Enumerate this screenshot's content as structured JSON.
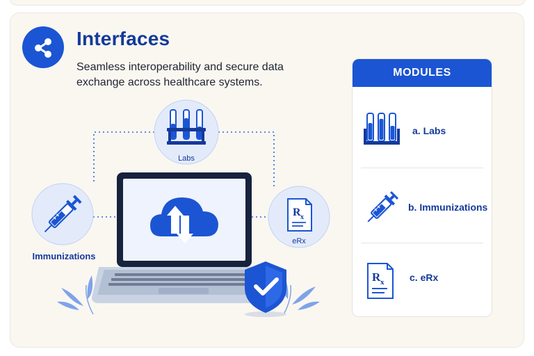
{
  "header": {
    "title": "Interfaces",
    "subtitle": "Seamless interoperability and secure data exchange across healthcare systems."
  },
  "diagram": {
    "labs_label": "Labs",
    "immunizations_label": "Immunizations",
    "erx_label": "eRx"
  },
  "modules": {
    "header": "MODULES",
    "items": [
      {
        "label": "a. Labs",
        "icon": "test-tubes-icon"
      },
      {
        "label": "b. Immunizations",
        "icon": "syringe-icon"
      },
      {
        "label": "c. eRx",
        "icon": "prescription-icon"
      }
    ]
  },
  "colors": {
    "brand": "#1b55d3",
    "title": "#143a9a",
    "card_bg": "#faf7f1",
    "light_blue": "#dbe6fb"
  }
}
